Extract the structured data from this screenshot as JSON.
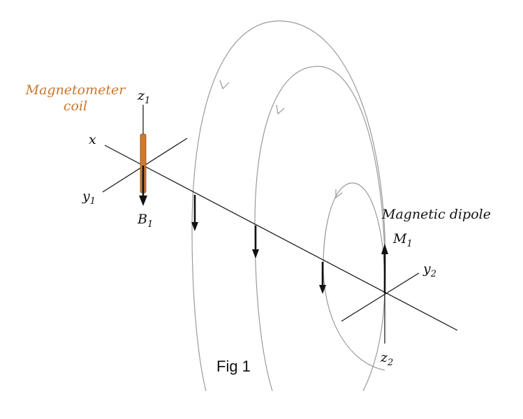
{
  "labels": {
    "coil_line1": "Magnetometer",
    "coil_line2": "coil",
    "dipole": "Magnetic dipole",
    "x_axis": "x",
    "z1_base": "z",
    "z1_sub": "1",
    "y1_base": "y",
    "y1_sub": "1",
    "b1_base": "B",
    "b1_sub": "1",
    "m1_base": "M",
    "m1_sub": "1",
    "y2_base": "y",
    "y2_sub": "2",
    "z2_base": "z",
    "z2_sub": "2",
    "figure": "Fig 1"
  },
  "colors": {
    "coil": "#d07a2c",
    "coil_label": "#c8782f",
    "field_lines": "#9a9a9a",
    "axes": "#111111"
  },
  "icons": {
    "field_direction_marker": "chevron-arrow"
  }
}
